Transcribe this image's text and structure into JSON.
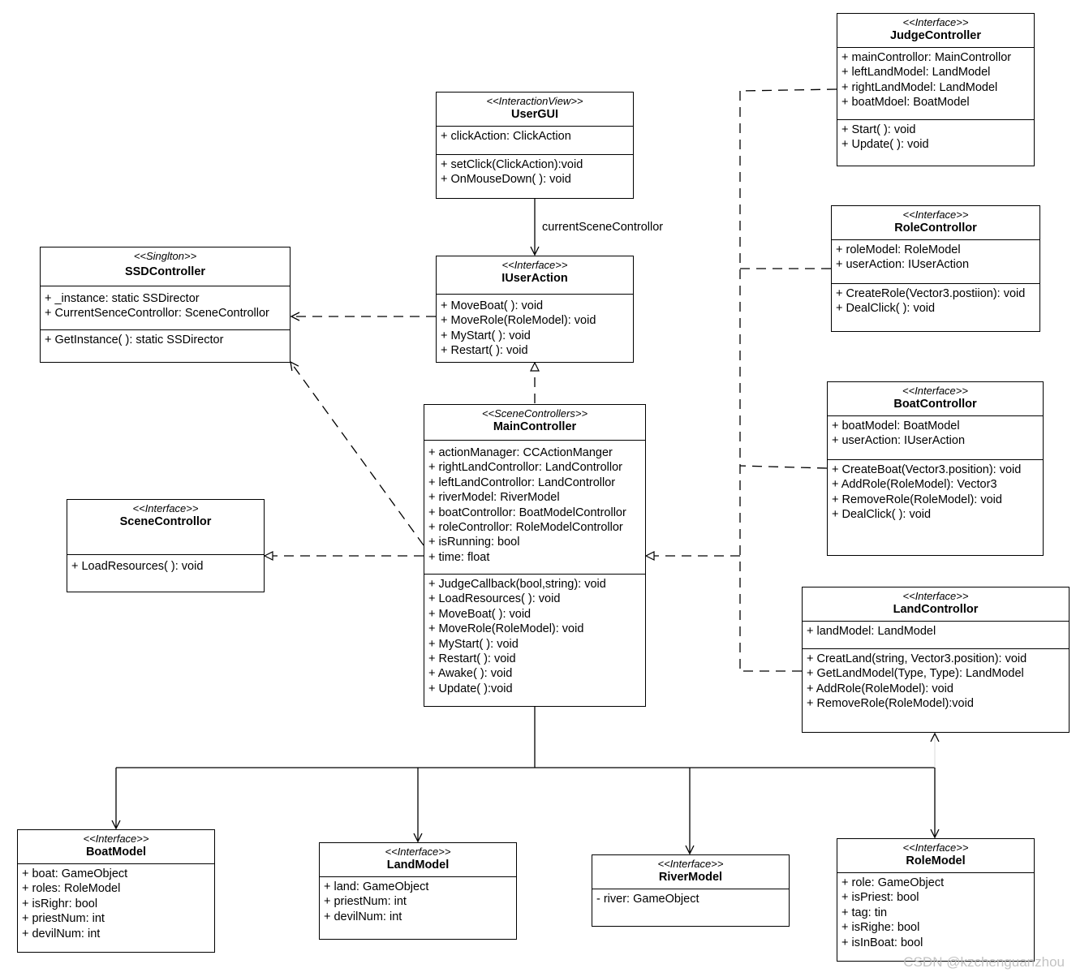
{
  "classes": {
    "judge": {
      "stereotype": "<<Interface>>",
      "name": "JudgeController",
      "attributes": [
        "+ mainControllor: MainControllor",
        "+ leftLandModel: LandModel",
        "+ rightLandModel: LandModel",
        "+ boatMdoel: BoatModel"
      ],
      "operations": [
        "+ Start( ): void",
        "+ Update( ): void"
      ]
    },
    "usergui": {
      "stereotype": "<<InteractionView>>",
      "name": "UserGUI",
      "attributes": [
        "+ clickAction: ClickAction"
      ],
      "operations": [
        "+ setClick(ClickAction):void",
        "+ OnMouseDown( ): void"
      ]
    },
    "role": {
      "stereotype": "<<Interface>>",
      "name": "RoleControllor",
      "attributes": [
        "+ roleModel: RoleModel",
        "+ userAction: IUserAction"
      ],
      "operations": [
        "+ CreateRole(Vector3.postiion): void",
        "+ DealClick( ): void"
      ]
    },
    "ssd": {
      "stereotype": "<<Singlton>>",
      "name": "SSDController",
      "attributes": [
        "+ _instance: static SSDirector",
        "+ CurrentSenceControllor: SceneControllor"
      ],
      "operations": [
        "+ GetInstance( ): static SSDirector"
      ]
    },
    "iuser": {
      "stereotype": "<<Interface>>",
      "name": "IUserAction",
      "attributes": [],
      "operations": [
        "+ MoveBoat( ): void",
        "+ MoveRole(RoleModel): void",
        "+ MyStart( ): void",
        "+ Restart( ): void"
      ]
    },
    "boatc": {
      "stereotype": "<<Interface>>",
      "name": "BoatControllor",
      "attributes": [
        "+ boatModel: BoatModel",
        "+ userAction: IUserAction"
      ],
      "operations": [
        "+ CreateBoat(Vector3.position): void",
        "+ AddRole(RoleModel): Vector3",
        "+ RemoveRole(RoleModel): void",
        "+ DealClick( ): void"
      ]
    },
    "main": {
      "stereotype": "<<SceneControllers>>",
      "name": "MainController",
      "attributes": [
        "+ actionManager: CCActionManger",
        "+ rightLandControllor: LandControllor",
        "+ leftLandControllor: LandControllor",
        "+ riverModel: RiverModel",
        "+ boatControllor: BoatModelControllor",
        "+ roleControllor: RoleModelControllor",
        "+ isRunning: bool",
        "+ time: float"
      ],
      "operations": [
        "+ JudgeCallback(bool,string): void",
        "+ LoadResources( ): void",
        "+ MoveBoat( ): void",
        "+ MoveRole(RoleModel): void",
        "+ MyStart( ): void",
        "+ Restart( ): void",
        "+ Awake( ): void",
        "+ Update( ):void"
      ]
    },
    "scene": {
      "stereotype": "<<Interface>>",
      "name": "SceneControllor",
      "attributes": [],
      "operations": [
        "+ LoadResources( ): void"
      ]
    },
    "land": {
      "stereotype": "<<Interface>>",
      "name": "LandControllor",
      "attributes": [
        "+ landModel: LandModel"
      ],
      "operations": [
        "+ CreatLand(string, Vector3.position): void",
        "+ GetLandModel(Type, Type): LandModel",
        "+ AddRole(RoleModel): void",
        "+ RemoveRole(RoleModel):void"
      ]
    },
    "boatm": {
      "stereotype": "<<Interface>>",
      "name": "BoatModel",
      "attributes": [
        "+ boat: GameObject",
        "+ roles: RoleModel",
        "+ isRighr: bool",
        "+ priestNum: int",
        "+ devilNum: int"
      ],
      "operations": []
    },
    "landm": {
      "stereotype": "<<Interface>>",
      "name": "LandModel",
      "attributes": [
        "+ land: GameObject",
        "+ priestNum: int",
        "+ devilNum: int"
      ],
      "operations": []
    },
    "riverm": {
      "stereotype": "<<Interface>>",
      "name": "RiverModel",
      "attributes": [
        "- river: GameObject"
      ],
      "operations": []
    },
    "rolem": {
      "stereotype": "<<Interface>>",
      "name": "RoleModel",
      "attributes": [
        "+ role: GameObject",
        "+ isPriest: bool",
        "+ tag: tin",
        "+ isRighe: bool",
        "+ isInBoat: bool"
      ],
      "operations": []
    }
  },
  "edge_labels": {
    "current_scene_controllor": "currentSceneControllor"
  },
  "watermark": "CSDN @kzchenguanzhou"
}
